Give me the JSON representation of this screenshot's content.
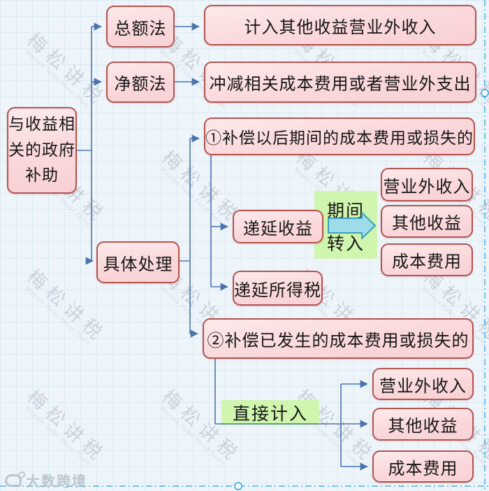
{
  "nodes": {
    "root": {
      "label": "与收益相关的政府补助"
    },
    "zongefa": {
      "label": "总额法"
    },
    "jiru": {
      "label": "计入其他收益营业外收入"
    },
    "jingefa": {
      "label": "净额法"
    },
    "chongjian": {
      "label": "冲减相关成本费用或者营业外支出"
    },
    "juti": {
      "label": "具体处理"
    },
    "butie_hou": {
      "label": "①补偿以后期间的成本费用或损失的"
    },
    "diyan_shouyi": {
      "label": "递延收益"
    },
    "diyan_suodeshui": {
      "label": "递延所得税"
    },
    "butie_yi": {
      "label": "②补偿已发生的成本费用或损失的"
    },
    "qijian": {
      "label": "期间"
    },
    "zhuanru": {
      "label": "转入"
    },
    "zhijie_jiru": {
      "label": "直接计入"
    },
    "group1": {
      "items": [
        "营业外收入",
        "其他收益",
        "成本费用"
      ]
    },
    "group2": {
      "items": [
        "营业外收入",
        "其他收益",
        "成本费用"
      ]
    }
  },
  "watermark": {
    "text": "梅松讲税",
    "subtext": "Mayson Talks About Taxes"
  },
  "logo": {
    "text": "大数跨境"
  },
  "colors": {
    "background": "#eef5fa",
    "grid_line": "#dbe9f2",
    "node_fill": "#fad8db",
    "node_border": "#b5544f",
    "connector": "#4a74ad",
    "highlight_green": "#d0f5ae",
    "block_arrow_fill": "#9edce9",
    "block_arrow_border": "#3ba0bf",
    "selection": "#33a3df",
    "watermark_gray": "#80869a"
  }
}
